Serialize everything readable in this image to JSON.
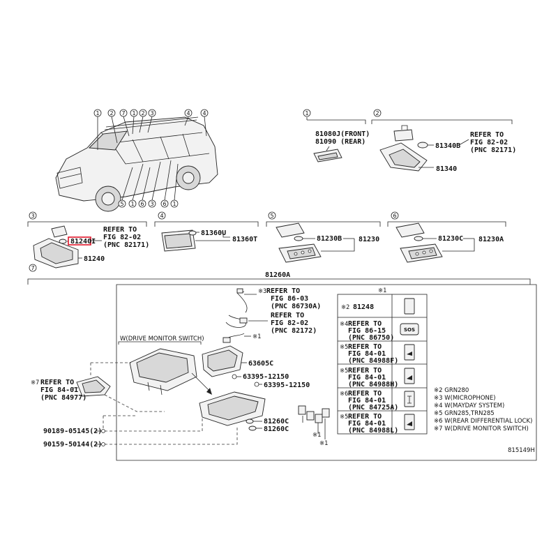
{
  "callouts": {
    "one": "1",
    "two": "2",
    "three": "3",
    "four": "4",
    "five": "5",
    "six": "6",
    "seven": "7"
  },
  "sec1": {
    "line1": "81080J(FRONT)",
    "line2": "81090 (REAR)"
  },
  "sec2": {
    "refer": "REFER TO",
    "fig": "FIG 82-02",
    "pnc": "(PNC 82171)",
    "part_a": "81340B",
    "part_b": "81340"
  },
  "sec3": {
    "refer": "REFER TO",
    "fig": "FIG 82-02",
    "pnc": "(PNC 82171)",
    "part_hl": "81240I",
    "part_b": "81240"
  },
  "sec4": {
    "part_a": "81360U",
    "part_b": "81360T"
  },
  "sec5": {
    "part_a": "81230B",
    "part_b": "81230"
  },
  "sec6": {
    "part_a": "81230C",
    "part_b": "81230A"
  },
  "sec7": {
    "assembly": "81260A",
    "drive_monitor": "W(DRIVE MONITOR SWITCH)",
    "ref3": {
      "mark": "※3",
      "refer": "REFER TO",
      "fig": "FIG 86-03",
      "pnc": "(PNC 86730A)"
    },
    "ref2": {
      "refer": "REFER TO",
      "fig": "FIG 82-02",
      "pnc": "(PNC 82172)"
    },
    "mark1": "※1",
    "part_63605": "63605C",
    "screw1": "63395-12150",
    "screw2": "63395-12150",
    "ref7": {
      "mark": "※7",
      "refer": "REFER TO",
      "fig": "FIG 84-01",
      "pnc": "(PNC 84977)"
    },
    "bolt1": "90189-05145(2)",
    "bolt2": "90159-50144(2)",
    "lens1": "81260C",
    "lens2": "81260C",
    "mark1b": "※1",
    "mark1c": "※1"
  },
  "table": {
    "header": "※1",
    "rows": [
      {
        "mark": "※2",
        "l1": "81248",
        "l2": "",
        "l3": "",
        "icon": "blank-switch"
      },
      {
        "mark": "※4",
        "l1": "REFER TO",
        "l2": "FIG 86-15",
        "l3": "(PNC 86750)",
        "icon": "SOS"
      },
      {
        "mark": "※5",
        "l1": "REFER TO",
        "l2": "FIG 84-01",
        "l3": "(PNC 84988F)",
        "icon": "sunshade-switch"
      },
      {
        "mark": "※5",
        "l1": "REFER TO",
        "l2": "FIG 84-01",
        "l3": "(PNC 84988H)",
        "icon": "sunshade-switch-2"
      },
      {
        "mark": "※6",
        "l1": "REFER TO",
        "l2": "FIG 84-01",
        "l3": "(PNC 84725A)",
        "icon": "diff-lock-switch"
      },
      {
        "mark": "※5",
        "l1": "REFER TO",
        "l2": "FIG 84-01",
        "l3": "(PNC 84988L)",
        "icon": "sunshade-switch-3"
      }
    ]
  },
  "legend": [
    "※2  GRN280",
    "※3  W(MICROPHONE)",
    "※4  W(MAYDAY SYSTEM)",
    "※5  GRN285,TRN285",
    "※6  W(REAR DIFFERENTIAL LOCK)",
    "※7  W(DRIVE MONITOR SWITCH)"
  ],
  "diagram_code": "815149H",
  "car_callouts": {
    "top": [
      "1",
      "2",
      "7",
      "1",
      "2",
      "3",
      "4",
      "4"
    ],
    "bottom": [
      "5",
      "1",
      "6",
      "3",
      "6",
      "1"
    ]
  },
  "colors": {
    "highlight": "#e0152a",
    "line": "#222222"
  }
}
